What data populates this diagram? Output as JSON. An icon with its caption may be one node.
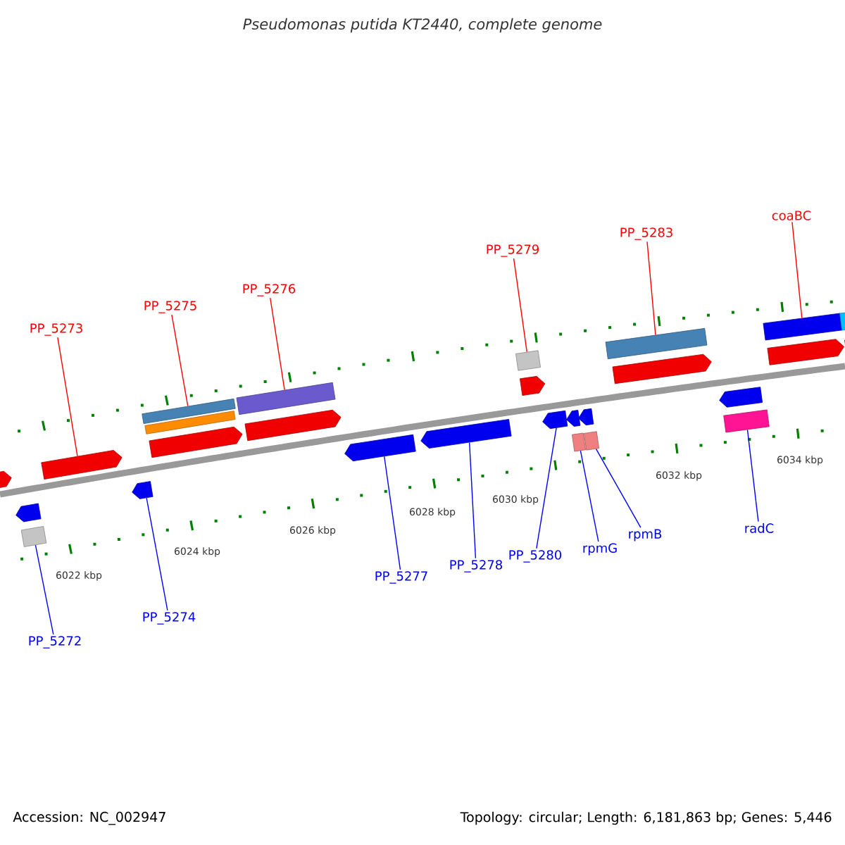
{
  "diagram": {
    "title": "Pseudomonas putida KT2440, complete genome",
    "nodes": [
      {
        "text": [
          "PP_5273"
        ]
      },
      {
        "text": [
          "PP_5275"
        ]
      },
      {
        "text": [
          "PP_5276"
        ]
      },
      {
        "text": [
          "PP_5279"
        ]
      },
      {
        "text": [
          "PP_5283"
        ]
      },
      {
        "text": [
          "coaBC"
        ]
      },
      {
        "text": [
          "PP_5272"
        ]
      },
      {
        "text": [
          "PP_5274"
        ]
      },
      {
        "text": [
          "PP_5277"
        ]
      },
      {
        "text": [
          "PP_5278"
        ]
      },
      {
        "text": [
          "PP_5280"
        ]
      },
      {
        "text": [
          "rpmG"
        ]
      },
      {
        "text": [
          "rpmB"
        ]
      },
      {
        "text": [
          "radC"
        ]
      },
      {
        "text": [],
        "shape": "pentagon"
      },
      {
        "text": [],
        "shape": "pentagon"
      },
      {
        "text": [],
        "shape": "box"
      },
      {
        "text": [],
        "shape": "pentagon"
      },
      {
        "text": [],
        "shape": "pentagon"
      },
      {
        "text": [],
        "shape": "bar"
      },
      {
        "text": [],
        "shape": "bar"
      },
      {
        "text": [],
        "shape": "pentagon"
      },
      {
        "text": [],
        "shape": "bar"
      },
      {
        "text": [],
        "shape": "pentagon"
      },
      {
        "text": [],
        "shape": "pentagon"
      },
      {
        "text": [],
        "shape": "pentagon"
      },
      {
        "text": [],
        "shape": "box"
      },
      {
        "text": [],
        "shape": "pentagon"
      },
      {
        "text": [],
        "shape": "pentagon"
      },
      {
        "text": [],
        "shape": "pentagon"
      },
      {
        "text": [],
        "shape": "box"
      },
      {
        "text": [],
        "shape": "pentagon"
      },
      {
        "text": [],
        "shape": "box"
      },
      {
        "text": [],
        "shape": "bar"
      },
      {
        "text": [],
        "shape": "pentagon"
      },
      {
        "text": [],
        "shape": "pentagon"
      },
      {
        "text": [],
        "shape": "bar"
      },
      {
        "text": [],
        "shape": "bar"
      },
      {
        "text": [],
        "shape": "pentagon"
      },
      {
        "text": [],
        "shape": "bar"
      },
      {
        "text": [],
        "shape": "pentagon"
      }
    ],
    "edges": [
      {
        "from": 0,
        "to": 17,
        "arrow": "none",
        "color": "#ff0000"
      },
      {
        "from": 1,
        "to": 19,
        "arrow": "none",
        "color": "#ff0000"
      },
      {
        "from": 2,
        "to": 22,
        "arrow": "none",
        "color": "#ff0000"
      },
      {
        "from": 3,
        "to": 26,
        "arrow": "none",
        "color": "#ff0000"
      },
      {
        "from": 4,
        "to": 33,
        "arrow": "none",
        "color": "#ff0000"
      },
      {
        "from": 5,
        "to": 37,
        "arrow": "none",
        "color": "#ff0000"
      },
      {
        "from": 6,
        "to": 16,
        "arrow": "none"
      },
      {
        "from": 7,
        "to": 18,
        "arrow": "none"
      },
      {
        "from": 8,
        "to": 24,
        "arrow": "none"
      },
      {
        "from": 9,
        "to": 25,
        "arrow": "none"
      },
      {
        "from": 10,
        "to": 28,
        "arrow": "none"
      },
      {
        "from": 11,
        "to": 30,
        "arrow": "none"
      },
      {
        "from": 12,
        "to": 32,
        "arrow": "none"
      },
      {
        "from": 13,
        "to": 36,
        "arrow": "none"
      }
    ],
    "labels": [
      "6022 kbp",
      "6024 kbp",
      "6026 kbp",
      "6028 kbp",
      "6030 kbp",
      "6032 kbp",
      "6034 kbp",
      "Accession: NC_002947",
      "Topology: circular; Length: 6,181,863 bp; Genes: 5,446"
    ]
  }
}
